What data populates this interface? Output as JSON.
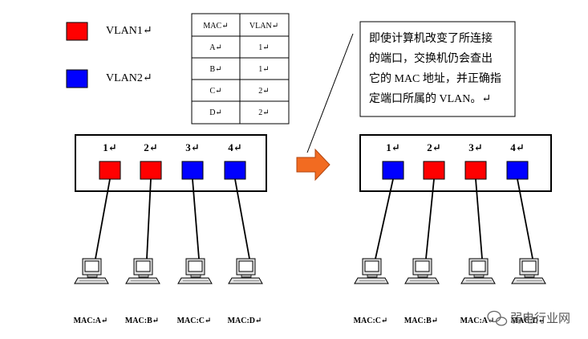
{
  "legend": [
    {
      "label": "VLAN1↵",
      "color": "#ff0000"
    },
    {
      "label": "VLAN2↵",
      "color": "#0000ff"
    }
  ],
  "mac_table": {
    "headers": [
      "MAC↵",
      "VLAN↵"
    ],
    "rows": [
      [
        "A↵",
        "1↵"
      ],
      [
        "B↵",
        "1↵"
      ],
      [
        "C↵",
        "2↵"
      ],
      [
        "D↵",
        "2↵"
      ]
    ]
  },
  "callout": {
    "lines": [
      "即使计算机改变了所连接",
      "的端口，交换机仍会查出",
      "它的 MAC 地址，并正确指",
      "定端口所属的 VLAN。↵"
    ]
  },
  "colors": {
    "vlan1": "#ff0000",
    "vlan2": "#0000ff",
    "arrow": "#f26b21"
  },
  "switch_before": {
    "ports": [
      {
        "num": "1↵",
        "vlan": "vlan1"
      },
      {
        "num": "2↵",
        "vlan": "vlan1"
      },
      {
        "num": "3↵",
        "vlan": "vlan2"
      },
      {
        "num": "4↵",
        "vlan": "vlan2"
      }
    ],
    "macs": [
      "MAC:A↵",
      "MAC:B↵",
      "MAC:C↵",
      "MAC:D↵"
    ]
  },
  "switch_after": {
    "ports": [
      {
        "num": "1↵",
        "vlan": "vlan2"
      },
      {
        "num": "2↵",
        "vlan": "vlan1"
      },
      {
        "num": "3↵",
        "vlan": "vlan1"
      },
      {
        "num": "4↵",
        "vlan": "vlan2"
      }
    ],
    "macs": [
      "MAC:C↵",
      "MAC:B↵",
      "MAC:A↵",
      "MAC:D↵"
    ]
  },
  "watermark": {
    "icon": "wechat-icon",
    "text": "弱电行业网"
  }
}
